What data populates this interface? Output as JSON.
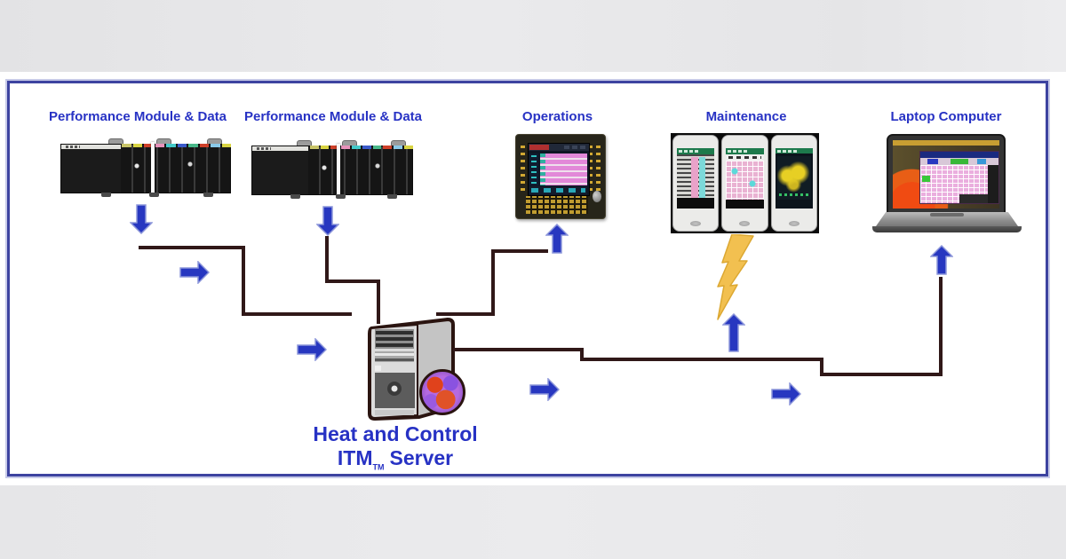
{
  "diagram": {
    "title_node": {
      "label_prefix": "Heat and Control ITM",
      "trademark": "TM",
      "label_suffix": "Server"
    },
    "nodes": {
      "module1": {
        "label": "Performance Module & Data",
        "type": "plc-io-rack"
      },
      "module2": {
        "label": "Performance Module & Data",
        "type": "plc-io-rack"
      },
      "operations": {
        "label": "Operations",
        "type": "hmi-panel"
      },
      "maintenance": {
        "label": "Maintenance",
        "type": "handheld-devices",
        "device_count": 3
      },
      "laptop": {
        "label": "Laptop Computer",
        "type": "laptop"
      },
      "server": {
        "type": "tower-server-with-globe"
      }
    },
    "edges": [
      {
        "from": "module1",
        "to": "server",
        "type": "wired"
      },
      {
        "from": "module2",
        "to": "server",
        "type": "wired"
      },
      {
        "from": "server",
        "to": "operations",
        "type": "wired"
      },
      {
        "from": "server",
        "to": "maintenance",
        "type": "wireless-lightning"
      },
      {
        "from": "server",
        "to": "laptop",
        "type": "wired"
      }
    ],
    "colors": {
      "label_blue": "#2732c4",
      "frame_border_blue": "#3d43a0",
      "connector_brown": "#301818",
      "arrow_blue": "#2737c0",
      "arrow_outline": "#8c96da",
      "lightning_gold": "#f2c050",
      "band_gray": "#e6e6e8"
    }
  }
}
